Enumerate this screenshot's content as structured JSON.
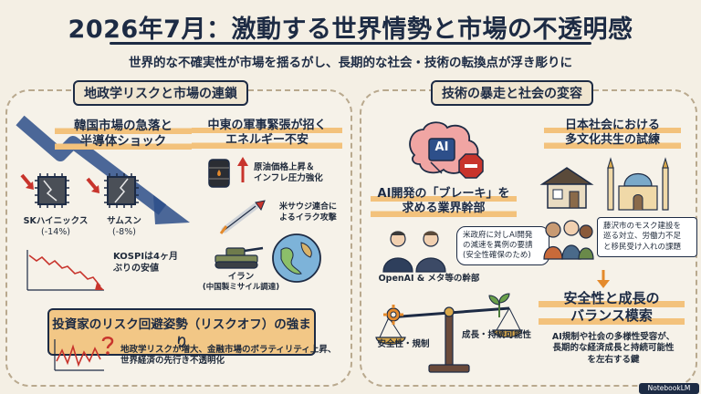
{
  "header": {
    "title": "2026年7月：激動する世界情勢と市場の不透明感",
    "subtitle": "世界的な不確実性が市場を揺るがし、長期的な社会・技術の転換点が浮き彫りに"
  },
  "left_panel": {
    "title": "地政学リスクと市場の連鎖",
    "korea": {
      "heading_line1": "韓国市場の急落と",
      "heading_line2": "半導体ショック",
      "sk_label": "SKハイニックス",
      "sk_change": "(-14%)",
      "samsung_label": "サムスン",
      "samsung_change": "(-8%)",
      "kospi_note": "KOSPIは4ヶ月ぶりの安値"
    },
    "mideast": {
      "heading_line1": "中東の軍事緊張が招く",
      "heading_line2": "エネルギー不安",
      "oil_line1": "原油価格上昇＆",
      "oil_line2": "インフレ圧力強化",
      "attack_line1": "米サウジ連合に",
      "attack_line2": "よるイラク攻撃",
      "iran_line1": "イラン",
      "iran_line2": "(中国製ミサイル調達)"
    },
    "risk_off": {
      "banner": "投資家のリスク回避姿勢（リスクオフ）の強まり",
      "text_line1": "地政学リスクが増大、金融市場のボラティリティ上昇、",
      "text_line2": "世界経済の先行き不透明化"
    }
  },
  "right_panel": {
    "title": "技術の暴走と社会の変容",
    "ai": {
      "chip_label": "AI",
      "heading_line1": "AI開発の「ブレーキ」を",
      "heading_line2": "求める業界幹部",
      "bubble_line1": "米政府に対しAI開発",
      "bubble_line2": "の減速を異例の要請",
      "bubble_line3": "(安全性確保のため)",
      "execs_label": "OpenAI & メタ等の幹部"
    },
    "japan": {
      "heading_line1": "日本社会における",
      "heading_line2": "多文化共生の試練",
      "note_line1": "藤沢市のモスク建設を",
      "note_line2": "巡る対立、労働力不足",
      "note_line3": "と移民受け入れの課題"
    },
    "balance": {
      "left_label": "安全性・規制",
      "right_label": "成長・持続可能性",
      "heading_line1": "安全性と成長の",
      "heading_line2": "バランス模索",
      "text_line1": "AI規制や社会の多様性受容が、",
      "text_line2": "長期的な経済成長と持続可能性",
      "text_line3": "を左右する鍵"
    }
  },
  "footer": {
    "brand": "NotebookLM"
  },
  "colors": {
    "navy": "#1d2b44",
    "accent_orange": "#f2c786",
    "danger_red": "#c8342c",
    "background": "#f4efe4"
  }
}
